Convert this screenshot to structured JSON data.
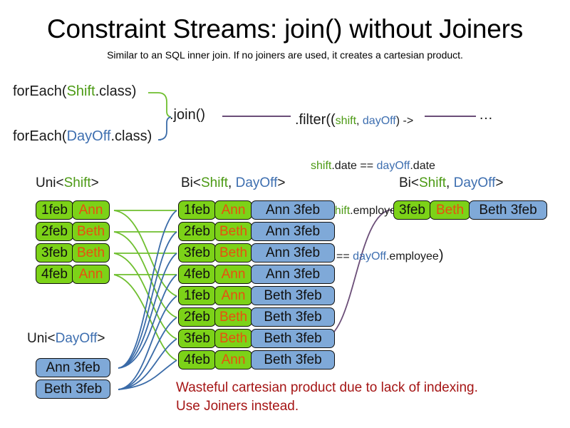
{
  "header": {
    "title": "Constraint Streams: join() without Joiners",
    "subtitle": "Similar to an SQL inner join. If no joiners are used, it creates a cartesian product."
  },
  "code": {
    "foreach_shift": {
      "prefix": "forEach(",
      "type": "Shift",
      "suffix": ".class)"
    },
    "foreach_dayoff": {
      "prefix": "forEach(",
      "type": "DayOff",
      "suffix": ".class)"
    },
    "join_label": ".join()",
    "ellipsis": "…",
    "filter": {
      "line1_a": ".filter((",
      "line1_shift": "shift",
      "line1_comma": ", ",
      "line1_dayoff": "dayOff",
      "line1_b": ") ->",
      "line2_shift": "shift",
      "line2_mid": ".date == ",
      "line2_dayoff": "dayOff",
      "line2_end": ".date",
      "line3_op": "&& ",
      "line3_shift": "shift",
      "line3_end": ".employee",
      "line4_op": "== ",
      "line4_dayoff": "dayOff",
      "line4_end": ".employee",
      "line4_close": ")"
    }
  },
  "streams": {
    "uni_shift_label": {
      "prefix": "Uni<",
      "type": "Shift",
      "suffix": ">"
    },
    "uni_dayoff_label": {
      "prefix": "Uni<",
      "type": "DayOff",
      "suffix": ">"
    },
    "bi_mid_label": {
      "prefix": "Bi<",
      "type1": "Shift",
      "comma": ", ",
      "type2": "DayOff",
      "suffix": ">"
    },
    "bi_right_label": {
      "prefix": "Bi<",
      "type1": "Shift",
      "comma": ", ",
      "type2": "DayOff",
      "suffix": ">"
    }
  },
  "uni_shift_rows": [
    {
      "date": "1feb",
      "employee": "Ann"
    },
    {
      "date": "2feb",
      "employee": "Beth"
    },
    {
      "date": "3feb",
      "employee": "Beth"
    },
    {
      "date": "4feb",
      "employee": "Ann"
    }
  ],
  "uni_dayoff_rows": [
    {
      "pair": "Ann 3feb"
    },
    {
      "pair": "Beth 3feb"
    }
  ],
  "bi_rows": [
    {
      "date": "1feb",
      "employee": "Ann",
      "pair": "Ann 3feb"
    },
    {
      "date": "2feb",
      "employee": "Beth",
      "pair": "Ann 3feb"
    },
    {
      "date": "3feb",
      "employee": "Beth",
      "pair": "Ann 3feb"
    },
    {
      "date": "4feb",
      "employee": "Ann",
      "pair": "Ann 3feb"
    },
    {
      "date": "1feb",
      "employee": "Ann",
      "pair": "Beth 3feb"
    },
    {
      "date": "2feb",
      "employee": "Beth",
      "pair": "Beth 3feb"
    },
    {
      "date": "3feb",
      "employee": "Beth",
      "pair": "Beth 3feb"
    },
    {
      "date": "4feb",
      "employee": "Ann",
      "pair": "Beth 3feb"
    }
  ],
  "result_rows": [
    {
      "date": "3feb",
      "employee": "Beth",
      "pair": "Beth 3feb"
    }
  ],
  "warning": {
    "line1": "Wasteful cartesian product due to lack of indexing.",
    "line2": "Use Joiners instead."
  },
  "colors": {
    "shift_green_text": "#4C9A14",
    "dayoff_blue_text": "#3E6FB0",
    "fact_green_fill": "#7CD218",
    "fact_blue_fill": "#7FA9D8",
    "employee_orange": "#E8500F",
    "warning_red": "#A51515",
    "wire_green": "#6FBF2F",
    "wire_blue": "#3A6BA8",
    "wire_purple": "#6B4E78"
  }
}
